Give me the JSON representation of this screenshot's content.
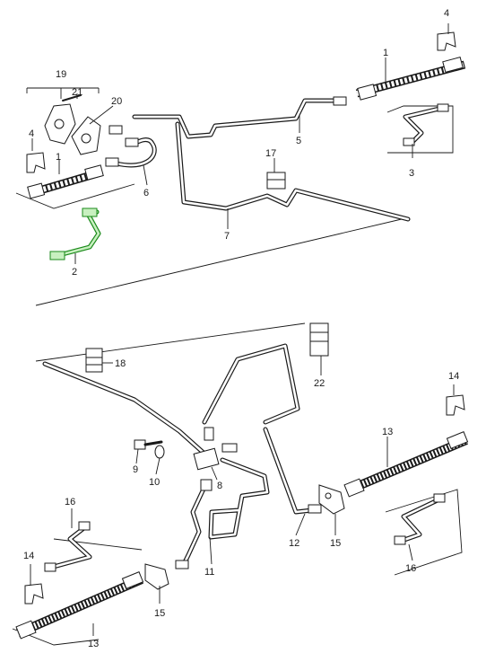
{
  "diagram": {
    "part_labels": {
      "p1a": "1",
      "p1b": "1",
      "p2": "2",
      "p3": "3",
      "p4a": "4",
      "p4b": "4",
      "p5": "5",
      "p6": "6",
      "p7": "7",
      "p8": "8",
      "p9": "9",
      "p10": "10",
      "p11": "11",
      "p12": "12",
      "p13a": "13",
      "p13b": "13",
      "p14a": "14",
      "p14b": "14",
      "p15a": "15",
      "p15b": "15",
      "p16a": "16",
      "p16b": "16",
      "p17": "17",
      "p18": "18",
      "p19": "19",
      "p20": "20",
      "p21": "21",
      "p22": "22"
    },
    "highlight_color": "#1a8a1a",
    "line_color": "#1a1a1a"
  }
}
